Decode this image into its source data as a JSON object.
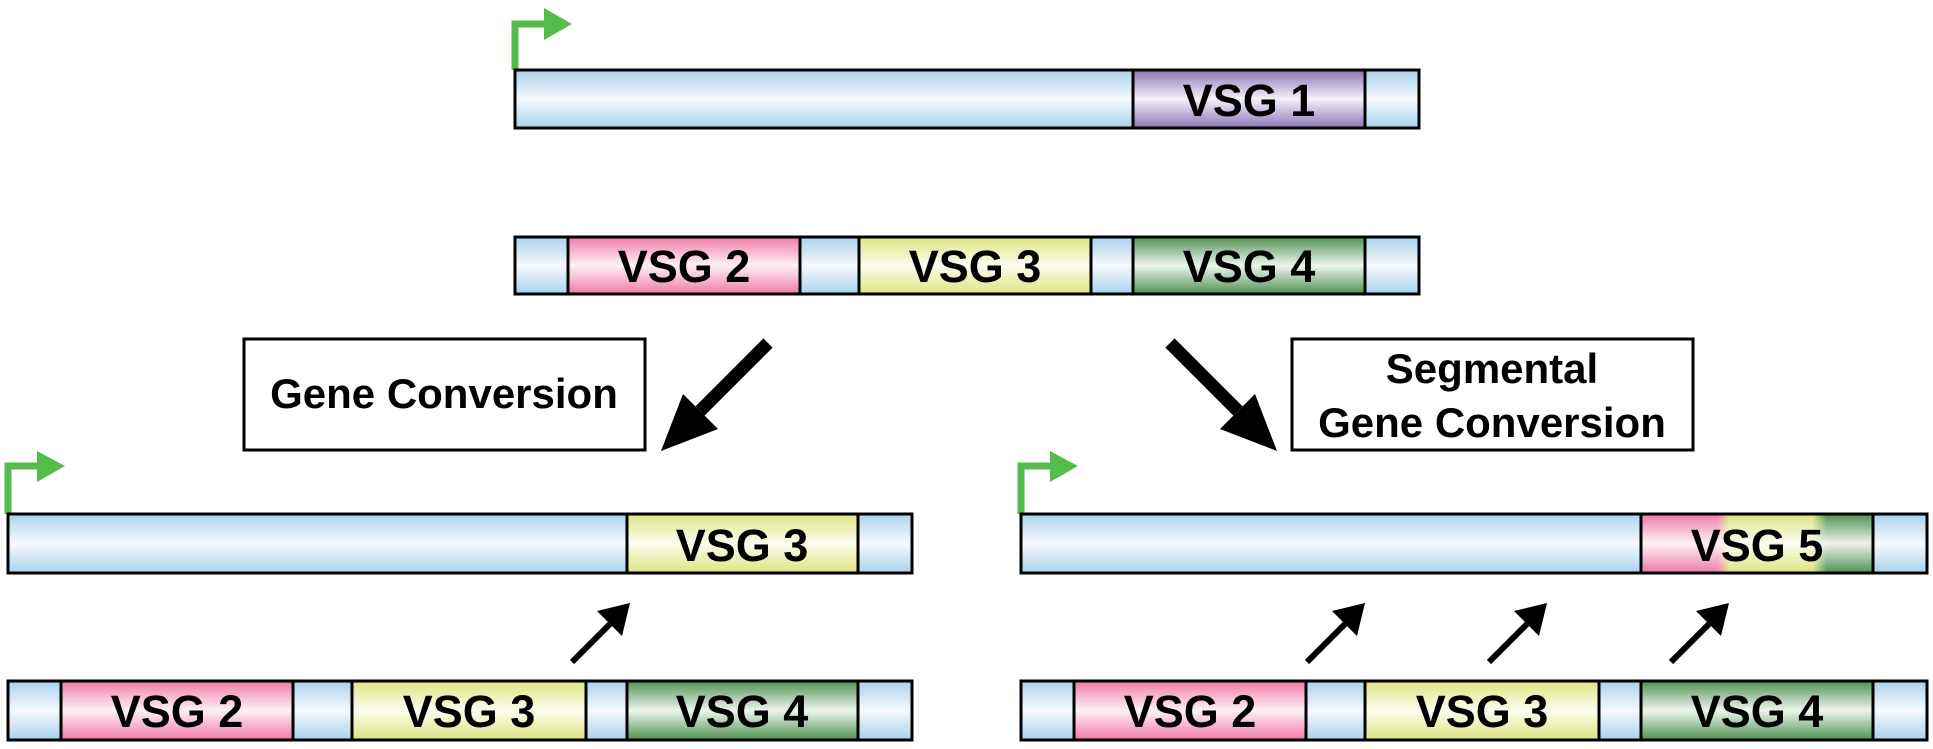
{
  "colors": {
    "flank_edge": "#a9d2ee",
    "flank_mid": "#f7f9fb",
    "promoter": "#55bb4a",
    "outline": "#000000",
    "vsg_purple": "#8b76b6",
    "vsg_pink": "#ef7aa6",
    "vsg_yellow": "#dde57f",
    "vsg_green": "#4f9151"
  },
  "top": {
    "expression_site": {
      "label": "VSG 1",
      "color": "vsg_purple"
    },
    "silent_array": [
      {
        "label": "VSG 2",
        "color": "vsg_pink"
      },
      {
        "label": "VSG 3",
        "color": "vsg_yellow"
      },
      {
        "label": "VSG 4",
        "color": "vsg_green"
      }
    ]
  },
  "left": {
    "process_label": "Gene Conversion",
    "expression_site": {
      "label": "VSG 3",
      "color": "vsg_yellow"
    },
    "silent_array": [
      {
        "label": "VSG 2",
        "color": "vsg_pink"
      },
      {
        "label": "VSG 3",
        "color": "vsg_yellow"
      },
      {
        "label": "VSG 4",
        "color": "vsg_green"
      }
    ]
  },
  "right": {
    "process_label_line1": "Segmental",
    "process_label_line2": "Gene Conversion",
    "expression_site": {
      "label": "VSG 5",
      "mosaic": [
        "vsg_pink",
        "vsg_yellow",
        "vsg_green"
      ]
    },
    "silent_array": [
      {
        "label": "VSG 2",
        "color": "vsg_pink"
      },
      {
        "label": "VSG 3",
        "color": "vsg_yellow"
      },
      {
        "label": "VSG 4",
        "color": "vsg_green"
      }
    ]
  }
}
